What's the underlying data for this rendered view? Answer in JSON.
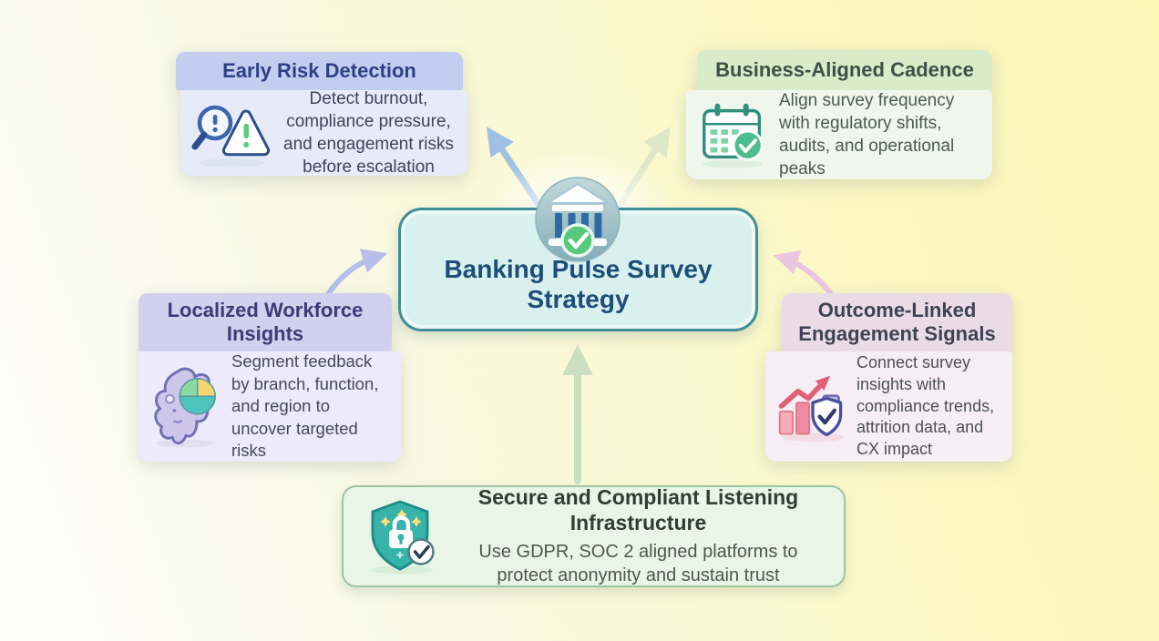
{
  "diagram": {
    "title_hint": "Banking Pulse Survey Strategy mind-map infographic",
    "background": {
      "from": "#fefefb",
      "to": "#faf6b4"
    },
    "center": {
      "title": "Banking Pulse Survey Strategy",
      "icon": "bank-check-icon",
      "bg": "#d8f1ee",
      "border": "#3f8e96",
      "title_color": "#1c4e79"
    },
    "nodes": [
      {
        "id": "early-risk",
        "title": "Early Risk Detection",
        "body": "Detect burnout, compliance pressure, and engagement risks before escalation",
        "icon": "magnifier-alert-icon",
        "header_bg": "#c2cdf0",
        "body_bg": "#e7ebf9",
        "title_color": "#2e3f85"
      },
      {
        "id": "business-aligned-cadence",
        "title": "Business-Aligned Cadence",
        "body": "Align survey frequency with regulatory shifts, audits, and operational peaks",
        "icon": "calendar-check-icon",
        "header_bg": "#d9ecca",
        "body_bg": "#eff6ec",
        "title_color": "#3c5145"
      },
      {
        "id": "localized-workforce-insights",
        "title": "Localized Workforce Insights",
        "body": "Segment feedback by branch, function, and region to uncover targeted risks",
        "icon": "map-pie-chart-icon",
        "header_bg": "#d3d0ef",
        "body_bg": "#eceafb",
        "title_color": "#3e3a75"
      },
      {
        "id": "outcome-linked-engagement-signals",
        "title": "Outcome-Linked Engagement Signals",
        "body": "Connect survey insights with compliance trends, attrition data, and CX impact",
        "icon": "growth-chart-shield-icon",
        "header_bg": "#e9dce7",
        "body_bg": "#f6eef4",
        "title_color": "#3f4252"
      }
    ],
    "bottom": {
      "id": "secure-compliant-infrastructure",
      "title": "Secure and Compliant Listening Infrastructure",
      "body": "Use GDPR, SOC 2 aligned platforms to protect anonymity and sustain trust",
      "icon": "shield-lock-icon",
      "bg": "#e9f5e6",
      "border": "#9cc5a0",
      "title_color": "#303d35"
    },
    "arrows": [
      {
        "name": "arrow-to-early-risk",
        "color": "#9fc0e2",
        "direction": "center to top-left"
      },
      {
        "name": "arrow-to-cadence",
        "color": "#dee8c8",
        "direction": "center to top-right"
      },
      {
        "name": "arrow-from-localized",
        "color": "#b7bee9",
        "direction": "left box to center"
      },
      {
        "name": "arrow-from-outcome",
        "color": "#eac6e2",
        "direction": "right box to center"
      },
      {
        "name": "arrow-from-secure",
        "color": "#cbe0c3",
        "direction": "bottom box up to center"
      }
    ]
  }
}
